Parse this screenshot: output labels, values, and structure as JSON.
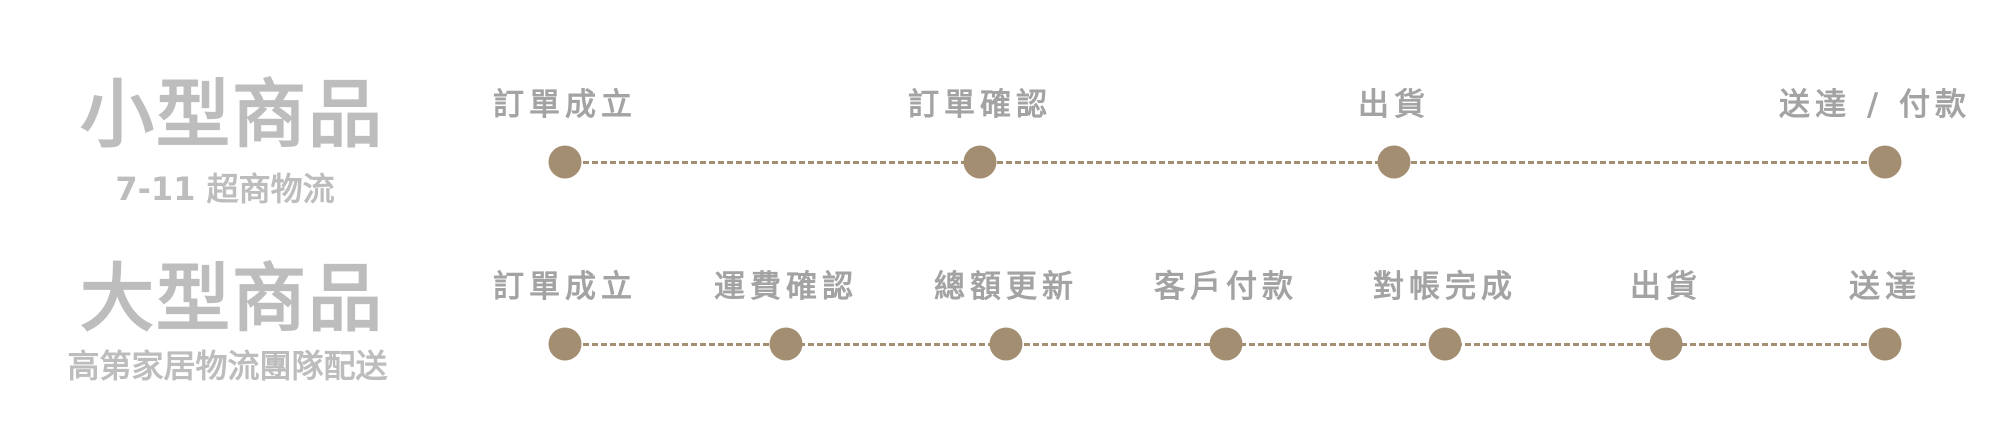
{
  "rows": [
    {
      "title": "小型商品",
      "subtitle": "7-11 超商物流",
      "steps": [
        "訂單成立",
        "訂單確認",
        "出貨",
        "送達 / 付款"
      ]
    },
    {
      "title": "大型商品",
      "subtitle": "高第家居物流團隊配送",
      "steps": [
        "訂單成立",
        "運費確認",
        "總額更新",
        "客戶付款",
        "對帳完成",
        "出貨",
        "送達"
      ]
    }
  ],
  "colors": {
    "dot": "#a38e72",
    "title": "#bdbdbd",
    "label": "#a3a3a3"
  }
}
